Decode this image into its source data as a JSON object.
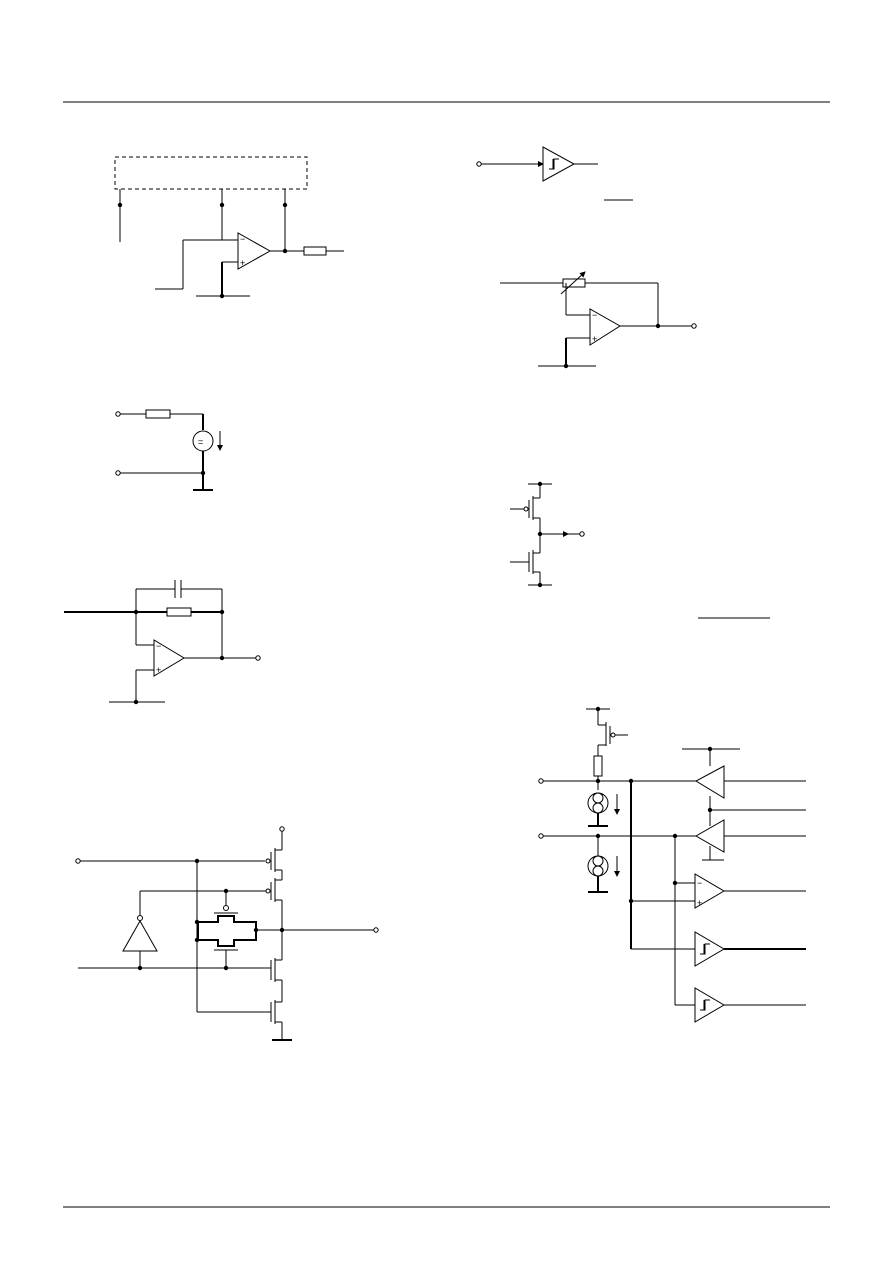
{
  "page": {
    "type": "datasheet-schematics-page"
  },
  "figures": [
    {
      "id": "opamp-buffer-with-dashed-block"
    },
    {
      "id": "schmitt-input-buffer"
    },
    {
      "id": "inverting-amp-variable-feedback"
    },
    {
      "id": "resistor-current-source"
    },
    {
      "id": "cmos-push-pull-output"
    },
    {
      "id": "integrator-rc-feedback"
    },
    {
      "id": "comparator-array"
    },
    {
      "id": "transmission-gate-output-stage"
    }
  ],
  "symbols": {
    "opamp_minus": "−",
    "opamp_plus": "+",
    "source_equal": "="
  },
  "colors": {
    "ink": "#000000",
    "paper": "#ffffff"
  }
}
